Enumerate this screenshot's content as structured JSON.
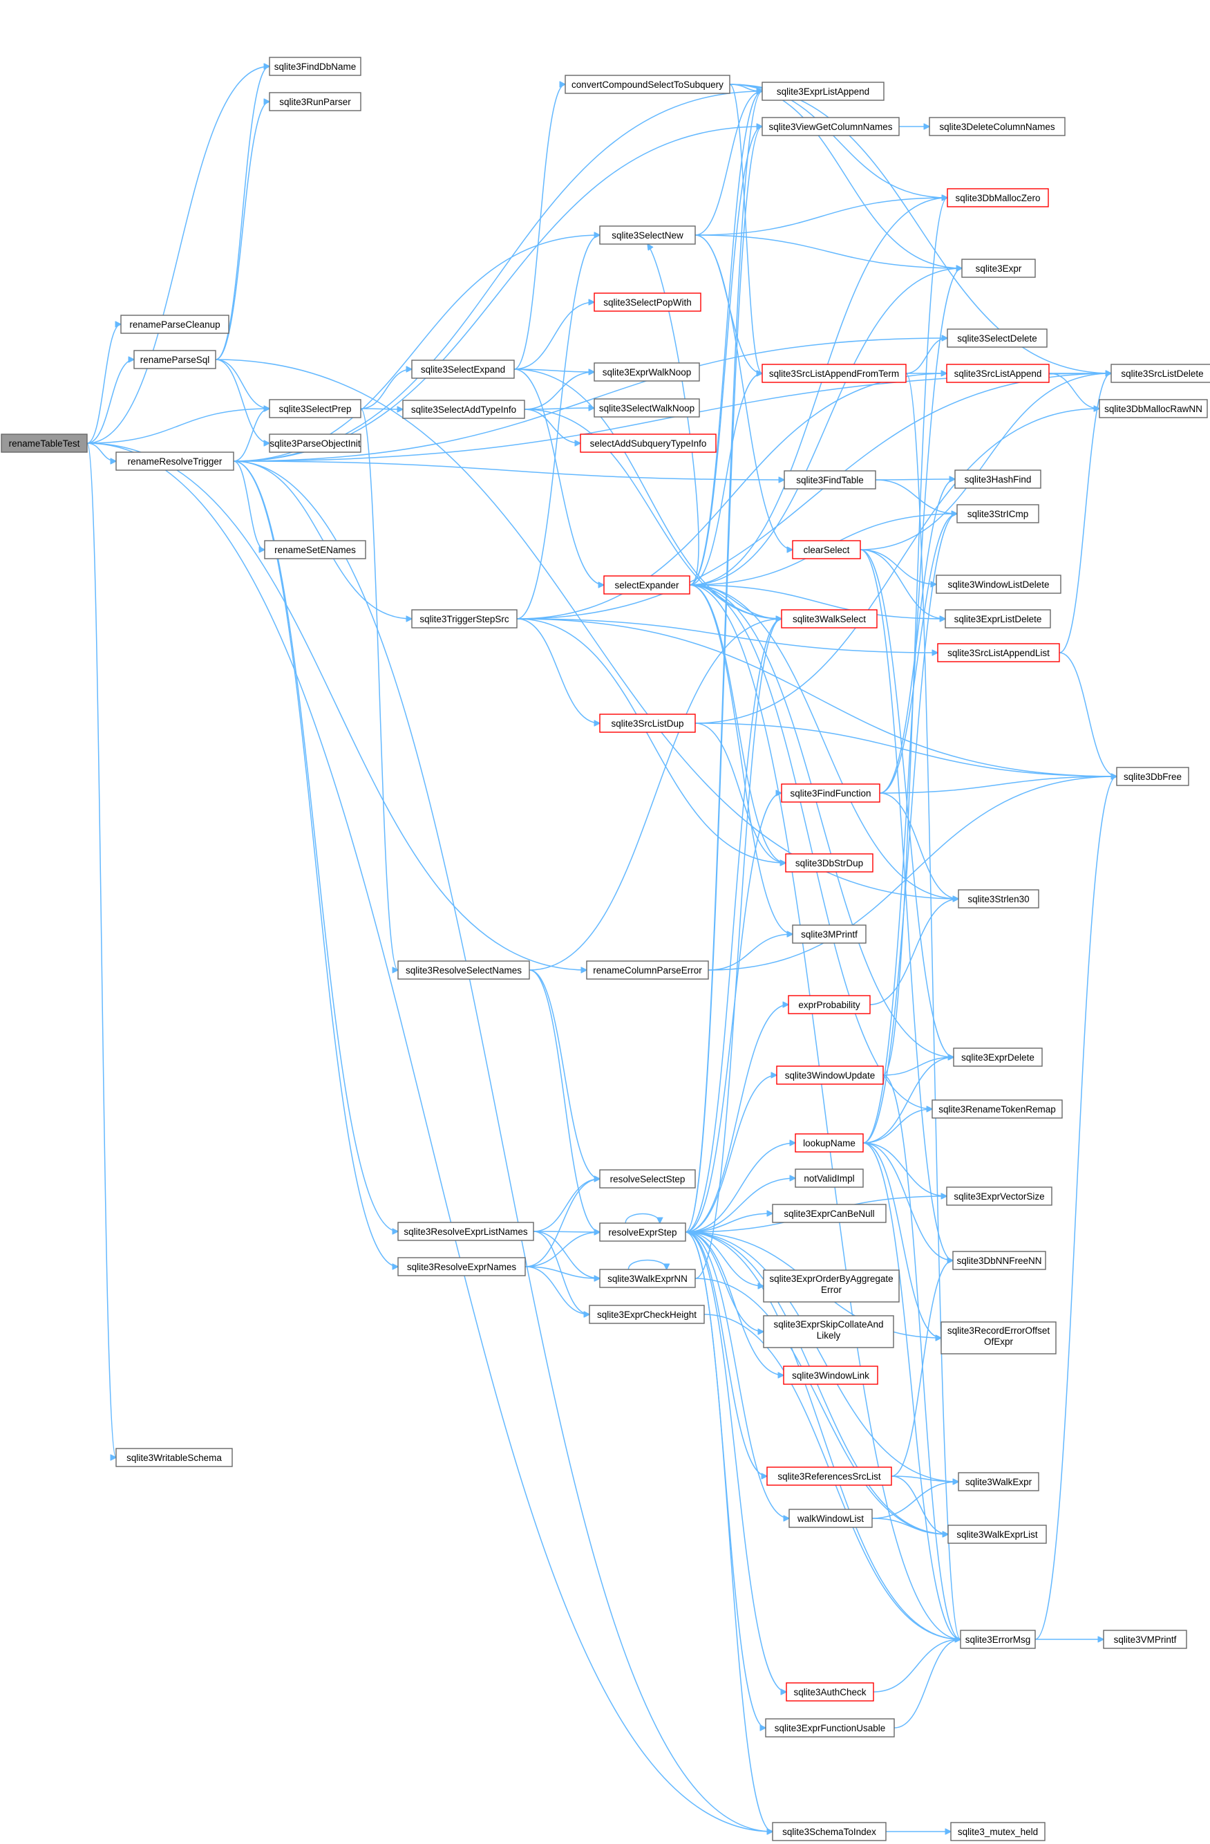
{
  "colors": {
    "edge": "#63b8ff",
    "node_border": "#666666",
    "node_border_incomplete": "#ff0000",
    "root_fill": "#999999"
  },
  "nodes": [
    {
      "id": "renameTableTest",
      "label": "renameTableTest",
      "style": "root"
    },
    {
      "id": "sqlite3FindDbName",
      "label": "sqlite3FindDbName",
      "style": "normal"
    },
    {
      "id": "sqlite3RunParser",
      "label": "sqlite3RunParser",
      "style": "normal"
    },
    {
      "id": "renameParseCleanup",
      "label": "renameParseCleanup",
      "style": "normal"
    },
    {
      "id": "renameParseSql",
      "label": "renameParseSql",
      "style": "normal"
    },
    {
      "id": "sqlite3SelectPrep",
      "label": "sqlite3SelectPrep",
      "style": "normal"
    },
    {
      "id": "sqlite3ParseObjectInit",
      "label": "sqlite3ParseObjectInit",
      "style": "normal"
    },
    {
      "id": "renameResolveTrigger",
      "label": "renameResolveTrigger",
      "style": "normal"
    },
    {
      "id": "renameSetENames",
      "label": "renameSetENames",
      "style": "normal"
    },
    {
      "id": "sqlite3WritableSchema",
      "label": "sqlite3WritableSchema",
      "style": "normal"
    },
    {
      "id": "convertCompoundSelectToSubquery",
      "label": "convertCompoundSelectToSubquery",
      "style": "normal"
    },
    {
      "id": "sqlite3SelectNew",
      "label": "sqlite3SelectNew",
      "style": "normal"
    },
    {
      "id": "sqlite3SelectPopWith",
      "label": "sqlite3SelectPopWith",
      "style": "red"
    },
    {
      "id": "sqlite3SelectExpand",
      "label": "sqlite3SelectExpand",
      "style": "normal"
    },
    {
      "id": "sqlite3SelectAddTypeInfo",
      "label": "sqlite3SelectAddTypeInfo",
      "style": "normal"
    },
    {
      "id": "sqlite3TriggerStepSrc",
      "label": "sqlite3TriggerStepSrc",
      "style": "normal"
    },
    {
      "id": "sqlite3ResolveSelectNames",
      "label": "sqlite3ResolveSelectNames",
      "style": "normal"
    },
    {
      "id": "renameColumnParseError",
      "label": "renameColumnParseError",
      "style": "normal"
    },
    {
      "id": "sqlite3ResolveExprListNames",
      "label": "sqlite3ResolveExprListNames",
      "style": "normal"
    },
    {
      "id": "sqlite3ResolveExprNames",
      "label": "sqlite3ResolveExprNames",
      "style": "normal"
    },
    {
      "id": "sqlite3ExprListAppend",
      "label": "sqlite3ExprListAppend",
      "style": "normal"
    },
    {
      "id": "sqlite3ViewGetColumnNames",
      "label": "sqlite3ViewGetColumnNames",
      "style": "normal"
    },
    {
      "id": "sqlite3ExprWalkNoop",
      "label": "sqlite3ExprWalkNoop",
      "style": "normal"
    },
    {
      "id": "sqlite3SelectWalkNoop",
      "label": "sqlite3SelectWalkNoop",
      "style": "normal"
    },
    {
      "id": "selectAddSubqueryTypeInfo",
      "label": "selectAddSubqueryTypeInfo",
      "style": "red"
    },
    {
      "id": "sqlite3SrcListAppendFromTerm",
      "label": "sqlite3SrcListAppendFromTerm",
      "style": "red"
    },
    {
      "id": "sqlite3FindTable",
      "label": "sqlite3FindTable",
      "style": "normal"
    },
    {
      "id": "clearSelect",
      "label": "clearSelect",
      "style": "red"
    },
    {
      "id": "selectExpander",
      "label": "selectExpander",
      "style": "red"
    },
    {
      "id": "sqlite3WalkSelect",
      "label": "sqlite3WalkSelect",
      "style": "red"
    },
    {
      "id": "sqlite3SrcListDup",
      "label": "sqlite3SrcListDup",
      "style": "red"
    },
    {
      "id": "sqlite3FindFunction",
      "label": "sqlite3FindFunction",
      "style": "red"
    },
    {
      "id": "sqlite3DbStrDup",
      "label": "sqlite3DbStrDup",
      "style": "red"
    },
    {
      "id": "sqlite3MPrintf",
      "label": "sqlite3MPrintf",
      "style": "normal"
    },
    {
      "id": "exprProbability",
      "label": "exprProbability",
      "style": "red"
    },
    {
      "id": "sqlite3WindowUpdate",
      "label": "sqlite3WindowUpdate",
      "style": "red"
    },
    {
      "id": "lookupName",
      "label": "lookupName",
      "style": "red"
    },
    {
      "id": "notValidImpl",
      "label": "notValidImpl",
      "style": "normal"
    },
    {
      "id": "sqlite3ExprCanBeNull",
      "label": "sqlite3ExprCanBeNull",
      "style": "normal"
    },
    {
      "id": "resolveSelectStep",
      "label": "resolveSelectStep",
      "style": "normal"
    },
    {
      "id": "resolveExprStep",
      "label": "resolveExprStep",
      "style": "normal"
    },
    {
      "id": "sqlite3WalkExprNN",
      "label": "sqlite3WalkExprNN",
      "style": "normal"
    },
    {
      "id": "sqlite3ExprCheckHeight",
      "label": "sqlite3ExprCheckHeight",
      "style": "normal"
    },
    {
      "id": "sqlite3ExprOrderByAggregateError",
      "label": "sqlite3ExprOrderByAggregate",
      "label2": "Error",
      "style": "normal"
    },
    {
      "id": "sqlite3ExprSkipCollateAndLikely",
      "label": "sqlite3ExprSkipCollateAnd",
      "label2": "Likely",
      "style": "normal"
    },
    {
      "id": "sqlite3WindowLink",
      "label": "sqlite3WindowLink",
      "style": "red"
    },
    {
      "id": "sqlite3ReferencesSrcList",
      "label": "sqlite3ReferencesSrcList",
      "style": "red"
    },
    {
      "id": "walkWindowList",
      "label": "walkWindowList",
      "style": "normal"
    },
    {
      "id": "sqlite3AuthCheck",
      "label": "sqlite3AuthCheck",
      "style": "red"
    },
    {
      "id": "sqlite3ExprFunctionUsable",
      "label": "sqlite3ExprFunctionUsable",
      "style": "normal"
    },
    {
      "id": "sqlite3SchemaToIndex",
      "label": "sqlite3SchemaToIndex",
      "style": "normal"
    },
    {
      "id": "sqlite3DeleteColumnNames",
      "label": "sqlite3DeleteColumnNames",
      "style": "normal"
    },
    {
      "id": "sqlite3DbMallocZero",
      "label": "sqlite3DbMallocZero",
      "style": "red"
    },
    {
      "id": "sqlite3Expr",
      "label": "sqlite3Expr",
      "style": "normal"
    },
    {
      "id": "sqlite3SelectDelete",
      "label": "sqlite3SelectDelete",
      "style": "normal"
    },
    {
      "id": "sqlite3SrcListAppend",
      "label": "sqlite3SrcListAppend",
      "style": "red"
    },
    {
      "id": "sqlite3HashFind",
      "label": "sqlite3HashFind",
      "style": "normal"
    },
    {
      "id": "sqlite3StrICmp",
      "label": "sqlite3StrICmp",
      "style": "normal"
    },
    {
      "id": "sqlite3WindowListDelete",
      "label": "sqlite3WindowListDelete",
      "style": "normal"
    },
    {
      "id": "sqlite3ExprListDelete",
      "label": "sqlite3ExprListDelete",
      "style": "normal"
    },
    {
      "id": "sqlite3SrcListAppendList",
      "label": "sqlite3SrcListAppendList",
      "style": "red"
    },
    {
      "id": "sqlite3Strlen30",
      "label": "sqlite3Strlen30",
      "style": "normal"
    },
    {
      "id": "sqlite3ExprDelete",
      "label": "sqlite3ExprDelete",
      "style": "normal"
    },
    {
      "id": "sqlite3RenameTokenRemap",
      "label": "sqlite3RenameTokenRemap",
      "style": "normal"
    },
    {
      "id": "sqlite3ExprVectorSize",
      "label": "sqlite3ExprVectorSize",
      "style": "normal"
    },
    {
      "id": "sqlite3DbNNFreeNN",
      "label": "sqlite3DbNNFreeNN",
      "style": "normal"
    },
    {
      "id": "sqlite3RecordErrorOffsetOfExpr",
      "label": "sqlite3RecordErrorOffset",
      "label2": "OfExpr",
      "style": "normal"
    },
    {
      "id": "sqlite3WalkExpr",
      "label": "sqlite3WalkExpr",
      "style": "normal"
    },
    {
      "id": "sqlite3WalkExprList",
      "label": "sqlite3WalkExprList",
      "style": "normal"
    },
    {
      "id": "sqlite3ErrorMsg",
      "label": "sqlite3ErrorMsg",
      "style": "normal"
    },
    {
      "id": "sqlite3_mutex_held",
      "label": "sqlite3_mutex_held",
      "style": "normal"
    },
    {
      "id": "sqlite3SrcListDelete",
      "label": "sqlite3SrcListDelete",
      "style": "normal"
    },
    {
      "id": "sqlite3DbMallocRawNN",
      "label": "sqlite3DbMallocRawNN",
      "style": "normal"
    },
    {
      "id": "sqlite3DbFree",
      "label": "sqlite3DbFree",
      "style": "normal"
    },
    {
      "id": "sqlite3VMPrintf",
      "label": "sqlite3VMPrintf",
      "style": "normal"
    }
  ],
  "edges": [
    [
      "renameTableTest",
      "sqlite3FindDbName"
    ],
    [
      "renameTableTest",
      "renameParseCleanup"
    ],
    [
      "renameTableTest",
      "renameParseSql"
    ],
    [
      "renameTableTest",
      "sqlite3SelectPrep"
    ],
    [
      "renameTableTest",
      "renameResolveTrigger"
    ],
    [
      "renameTableTest",
      "renameColumnParseError"
    ],
    [
      "renameTableTest",
      "sqlite3SchemaToIndex"
    ],
    [
      "renameTableTest",
      "sqlite3WritableSchema"
    ],
    [
      "renameParseSql",
      "sqlite3FindDbName"
    ],
    [
      "renameParseSql",
      "sqlite3RunParser"
    ],
    [
      "renameParseSql",
      "sqlite3ParseObjectInit"
    ],
    [
      "renameParseSql",
      "sqlite3SelectPrep"
    ],
    [
      "renameParseSql",
      "sqlite3Strlen30"
    ],
    [
      "renameResolveTrigger",
      "sqlite3ViewGetColumnNames"
    ],
    [
      "renameResolveTrigger",
      "sqlite3SelectNew"
    ],
    [
      "renameResolveTrigger",
      "sqlite3SrcListDelete"
    ],
    [
      "renameResolveTrigger",
      "sqlite3SelectDelete"
    ],
    [
      "renameResolveTrigger",
      "sqlite3SelectPrep"
    ],
    [
      "renameResolveTrigger",
      "sqlite3FindTable"
    ],
    [
      "renameResolveTrigger",
      "renameSetENames"
    ],
    [
      "renameResolveTrigger",
      "sqlite3TriggerStepSrc"
    ],
    [
      "renameResolveTrigger",
      "sqlite3ResolveExprListNames"
    ],
    [
      "renameResolveTrigger",
      "sqlite3ResolveExprNames"
    ],
    [
      "renameResolveTrigger",
      "sqlite3SchemaToIndex"
    ],
    [
      "renameResolveTrigger",
      "sqlite3ExprListAppend"
    ],
    [
      "sqlite3SelectPrep",
      "sqlite3SelectExpand"
    ],
    [
      "sqlite3SelectPrep",
      "sqlite3SelectAddTypeInfo"
    ],
    [
      "sqlite3SelectPrep",
      "sqlite3ResolveSelectNames"
    ],
    [
      "sqlite3SelectExpand",
      "convertCompoundSelectToSubquery"
    ],
    [
      "sqlite3SelectExpand",
      "sqlite3SelectPopWith"
    ],
    [
      "sqlite3SelectExpand",
      "sqlite3ExprWalkNoop"
    ],
    [
      "sqlite3SelectExpand",
      "selectExpander"
    ],
    [
      "sqlite3SelectExpand",
      "sqlite3WalkSelect"
    ],
    [
      "sqlite3SelectAddTypeInfo",
      "sqlite3ExprWalkNoop"
    ],
    [
      "sqlite3SelectAddTypeInfo",
      "sqlite3SelectWalkNoop"
    ],
    [
      "sqlite3SelectAddTypeInfo",
      "selectAddSubqueryTypeInfo"
    ],
    [
      "sqlite3SelectAddTypeInfo",
      "sqlite3WalkSelect"
    ],
    [
      "convertCompoundSelectToSubquery",
      "sqlite3ExprListAppend"
    ],
    [
      "convertCompoundSelectToSubquery",
      "sqlite3SrcListAppendFromTerm"
    ],
    [
      "convertCompoundSelectToSubquery",
      "sqlite3DbMallocZero"
    ],
    [
      "convertCompoundSelectToSubquery",
      "sqlite3Expr"
    ],
    [
      "convertCompoundSelectToSubquery",
      "sqlite3SrcListDelete"
    ],
    [
      "sqlite3ViewGetColumnNames",
      "sqlite3DeleteColumnNames"
    ],
    [
      "sqlite3SelectNew",
      "sqlite3ExprListAppend"
    ],
    [
      "sqlite3SelectNew",
      "sqlite3DbMallocZero"
    ],
    [
      "sqlite3SelectNew",
      "sqlite3Expr"
    ],
    [
      "sqlite3SelectNew",
      "clearSelect"
    ],
    [
      "sqlite3SelectNew",
      "sqlite3SrcListAppendFromTerm"
    ],
    [
      "sqlite3TriggerStepSrc",
      "sqlite3SelectNew"
    ],
    [
      "sqlite3TriggerStepSrc",
      "sqlite3SrcListAppend"
    ],
    [
      "sqlite3TriggerStepSrc",
      "sqlite3SrcListDup"
    ],
    [
      "sqlite3TriggerStepSrc",
      "sqlite3DbStrDup"
    ],
    [
      "sqlite3TriggerStepSrc",
      "sqlite3SrcListAppendList"
    ],
    [
      "sqlite3TriggerStepSrc",
      "sqlite3DbFree"
    ],
    [
      "sqlite3TriggerStepSrc",
      "sqlite3SrcListDelete"
    ],
    [
      "sqlite3ResolveSelectNames",
      "resolveSelectStep"
    ],
    [
      "sqlite3ResolveSelectNames",
      "resolveExprStep"
    ],
    [
      "sqlite3ResolveSelectNames",
      "sqlite3WalkSelect"
    ],
    [
      "renameColumnParseError",
      "sqlite3MPrintf"
    ],
    [
      "renameColumnParseError",
      "sqlite3DbFree"
    ],
    [
      "sqlite3ResolveExprListNames",
      "resolveExprStep"
    ],
    [
      "sqlite3ResolveExprListNames",
      "resolveSelectStep"
    ],
    [
      "sqlite3ResolveExprListNames",
      "sqlite3WalkExprNN"
    ],
    [
      "sqlite3ResolveExprListNames",
      "sqlite3ExprCheckHeight"
    ],
    [
      "sqlite3ResolveExprNames",
      "resolveExprStep"
    ],
    [
      "sqlite3ResolveExprNames",
      "resolveSelectStep"
    ],
    [
      "sqlite3ResolveExprNames",
      "sqlite3WalkExprNN"
    ],
    [
      "sqlite3ResolveExprNames",
      "sqlite3ExprCheckHeight"
    ],
    [
      "resolveExprStep",
      "resolveExprStep"
    ],
    [
      "resolveExprStep",
      "lookupName"
    ],
    [
      "resolveExprStep",
      "notValidImpl"
    ],
    [
      "resolveExprStep",
      "sqlite3ExprCanBeNull"
    ],
    [
      "resolveExprStep",
      "sqlite3ExprVectorSize"
    ],
    [
      "resolveExprStep",
      "sqlite3ExprOrderByAggregateError"
    ],
    [
      "resolveExprStep",
      "sqlite3ExprSkipCollateAndLikely"
    ],
    [
      "resolveExprStep",
      "sqlite3WindowLink"
    ],
    [
      "resolveExprStep",
      "sqlite3ReferencesSrcList"
    ],
    [
      "resolveExprStep",
      "walkWindowList"
    ],
    [
      "resolveExprStep",
      "sqlite3AuthCheck"
    ],
    [
      "resolveExprStep",
      "sqlite3ExprFunctionUsable"
    ],
    [
      "resolveExprStep",
      "sqlite3SchemaToIndex"
    ],
    [
      "resolveExprStep",
      "sqlite3ErrorMsg"
    ],
    [
      "resolveExprStep",
      "sqlite3WalkExpr"
    ],
    [
      "resolveExprStep",
      "sqlite3WalkExprList"
    ],
    [
      "resolveExprStep",
      "sqlite3WindowUpdate"
    ],
    [
      "resolveExprStep",
      "exprProbability"
    ],
    [
      "resolveExprStep",
      "sqlite3FindFunction"
    ],
    [
      "resolveExprStep",
      "sqlite3WalkSelect"
    ],
    [
      "resolveExprStep",
      "sqlite3ExprListAppend"
    ],
    [
      "resolveExprStep",
      "sqlite3ViewGetColumnNames"
    ],
    [
      "resolveExprStep",
      "sqlite3RecordErrorOffsetOfExpr"
    ],
    [
      "sqlite3WalkExprNN",
      "sqlite3WalkExprNN"
    ],
    [
      "sqlite3WalkExprNN",
      "sqlite3WalkSelect"
    ],
    [
      "sqlite3WalkExprNN",
      "sqlite3WalkExprList"
    ],
    [
      "sqlite3ExprCheckHeight",
      "sqlite3ErrorMsg"
    ],
    [
      "selectExpander",
      "sqlite3WalkSelect"
    ],
    [
      "selectExpander",
      "sqlite3SelectNew"
    ],
    [
      "selectExpander",
      "sqlite3DbMallocZero"
    ],
    [
      "selectExpander",
      "sqlite3ExprListDelete"
    ],
    [
      "selectExpander",
      "sqlite3StrICmp"
    ],
    [
      "selectExpander",
      "sqlite3DbStrDup"
    ],
    [
      "selectExpander",
      "sqlite3MPrintf"
    ],
    [
      "selectExpander",
      "sqlite3ExprListAppend"
    ],
    [
      "selectExpander",
      "sqlite3Expr"
    ],
    [
      "selectExpander",
      "sqlite3ErrorMsg"
    ],
    [
      "selectExpander",
      "sqlite3Strlen30"
    ],
    [
      "selectExpander",
      "sqlite3ExprDelete"
    ],
    [
      "selectExpander",
      "sqlite3RenameTokenRemap"
    ],
    [
      "selectExpander",
      "sqlite3SrcListAppendFromTerm"
    ],
    [
      "selectExpander",
      "sqlite3ViewGetColumnNames"
    ],
    [
      "sqlite3SrcListAppendFromTerm",
      "sqlite3SelectDelete"
    ],
    [
      "sqlite3SrcListAppendFromTerm",
      "sqlite3SrcListAppend"
    ],
    [
      "sqlite3SrcListAppendFromTerm",
      "sqlite3ErrorMsg"
    ],
    [
      "sqlite3SrcListAppend",
      "sqlite3SrcListDelete"
    ],
    [
      "sqlite3SrcListAppend",
      "sqlite3DbMallocRawNN"
    ],
    [
      "sqlite3FindTable",
      "sqlite3HashFind"
    ],
    [
      "sqlite3FindTable",
      "sqlite3StrICmp"
    ],
    [
      "clearSelect",
      "sqlite3WindowListDelete"
    ],
    [
      "clearSelect",
      "sqlite3ExprListDelete"
    ],
    [
      "clearSelect",
      "sqlite3SrcListDelete"
    ],
    [
      "clearSelect",
      "sqlite3ExprDelete"
    ],
    [
      "clearSelect",
      "sqlite3DbNNFreeNN"
    ],
    [
      "sqlite3SrcListAppendList",
      "sqlite3SrcListDelete"
    ],
    [
      "sqlite3SrcListAppendList",
      "sqlite3DbFree"
    ],
    [
      "sqlite3SrcListDup",
      "sqlite3DbMallocRawNN"
    ],
    [
      "sqlite3SrcListDup",
      "sqlite3DbStrDup"
    ],
    [
      "sqlite3SrcListDup",
      "sqlite3DbFree"
    ],
    [
      "sqlite3FindFunction",
      "sqlite3DbFree"
    ],
    [
      "sqlite3FindFunction",
      "sqlite3Strlen30"
    ],
    [
      "sqlite3FindFunction",
      "sqlite3HashFind"
    ],
    [
      "sqlite3FindFunction",
      "sqlite3StrICmp"
    ],
    [
      "exprProbability",
      "sqlite3Strlen30"
    ],
    [
      "sqlite3WindowUpdate",
      "sqlite3ExprDelete"
    ],
    [
      "sqlite3WindowUpdate",
      "sqlite3ErrorMsg"
    ],
    [
      "sqlite3WindowUpdate",
      "sqlite3DbMallocZero"
    ],
    [
      "lookupName",
      "sqlite3ExprDelete"
    ],
    [
      "lookupName",
      "sqlite3RenameTokenRemap"
    ],
    [
      "lookupName",
      "sqlite3ExprVectorSize"
    ],
    [
      "lookupName",
      "sqlite3DbNNFreeNN"
    ],
    [
      "lookupName",
      "sqlite3RecordErrorOffsetOfExpr"
    ],
    [
      "lookupName",
      "sqlite3ErrorMsg"
    ],
    [
      "lookupName",
      "sqlite3StrICmp"
    ],
    [
      "lookupName",
      "sqlite3Expr"
    ],
    [
      "sqlite3ReferencesSrcList",
      "sqlite3WalkExpr"
    ],
    [
      "sqlite3ReferencesSrcList",
      "sqlite3WalkExprList"
    ],
    [
      "sqlite3ReferencesSrcList",
      "sqlite3DbNNFreeNN"
    ],
    [
      "walkWindowList",
      "sqlite3WalkExpr"
    ],
    [
      "walkWindowList",
      "sqlite3WalkExprList"
    ],
    [
      "sqlite3AuthCheck",
      "sqlite3ErrorMsg"
    ],
    [
      "sqlite3ExprFunctionUsable",
      "sqlite3ErrorMsg"
    ],
    [
      "sqlite3SchemaToIndex",
      "sqlite3_mutex_held"
    ],
    [
      "sqlite3ErrorMsg",
      "sqlite3VMPrintf"
    ],
    [
      "sqlite3ErrorMsg",
      "sqlite3DbFree"
    ]
  ]
}
